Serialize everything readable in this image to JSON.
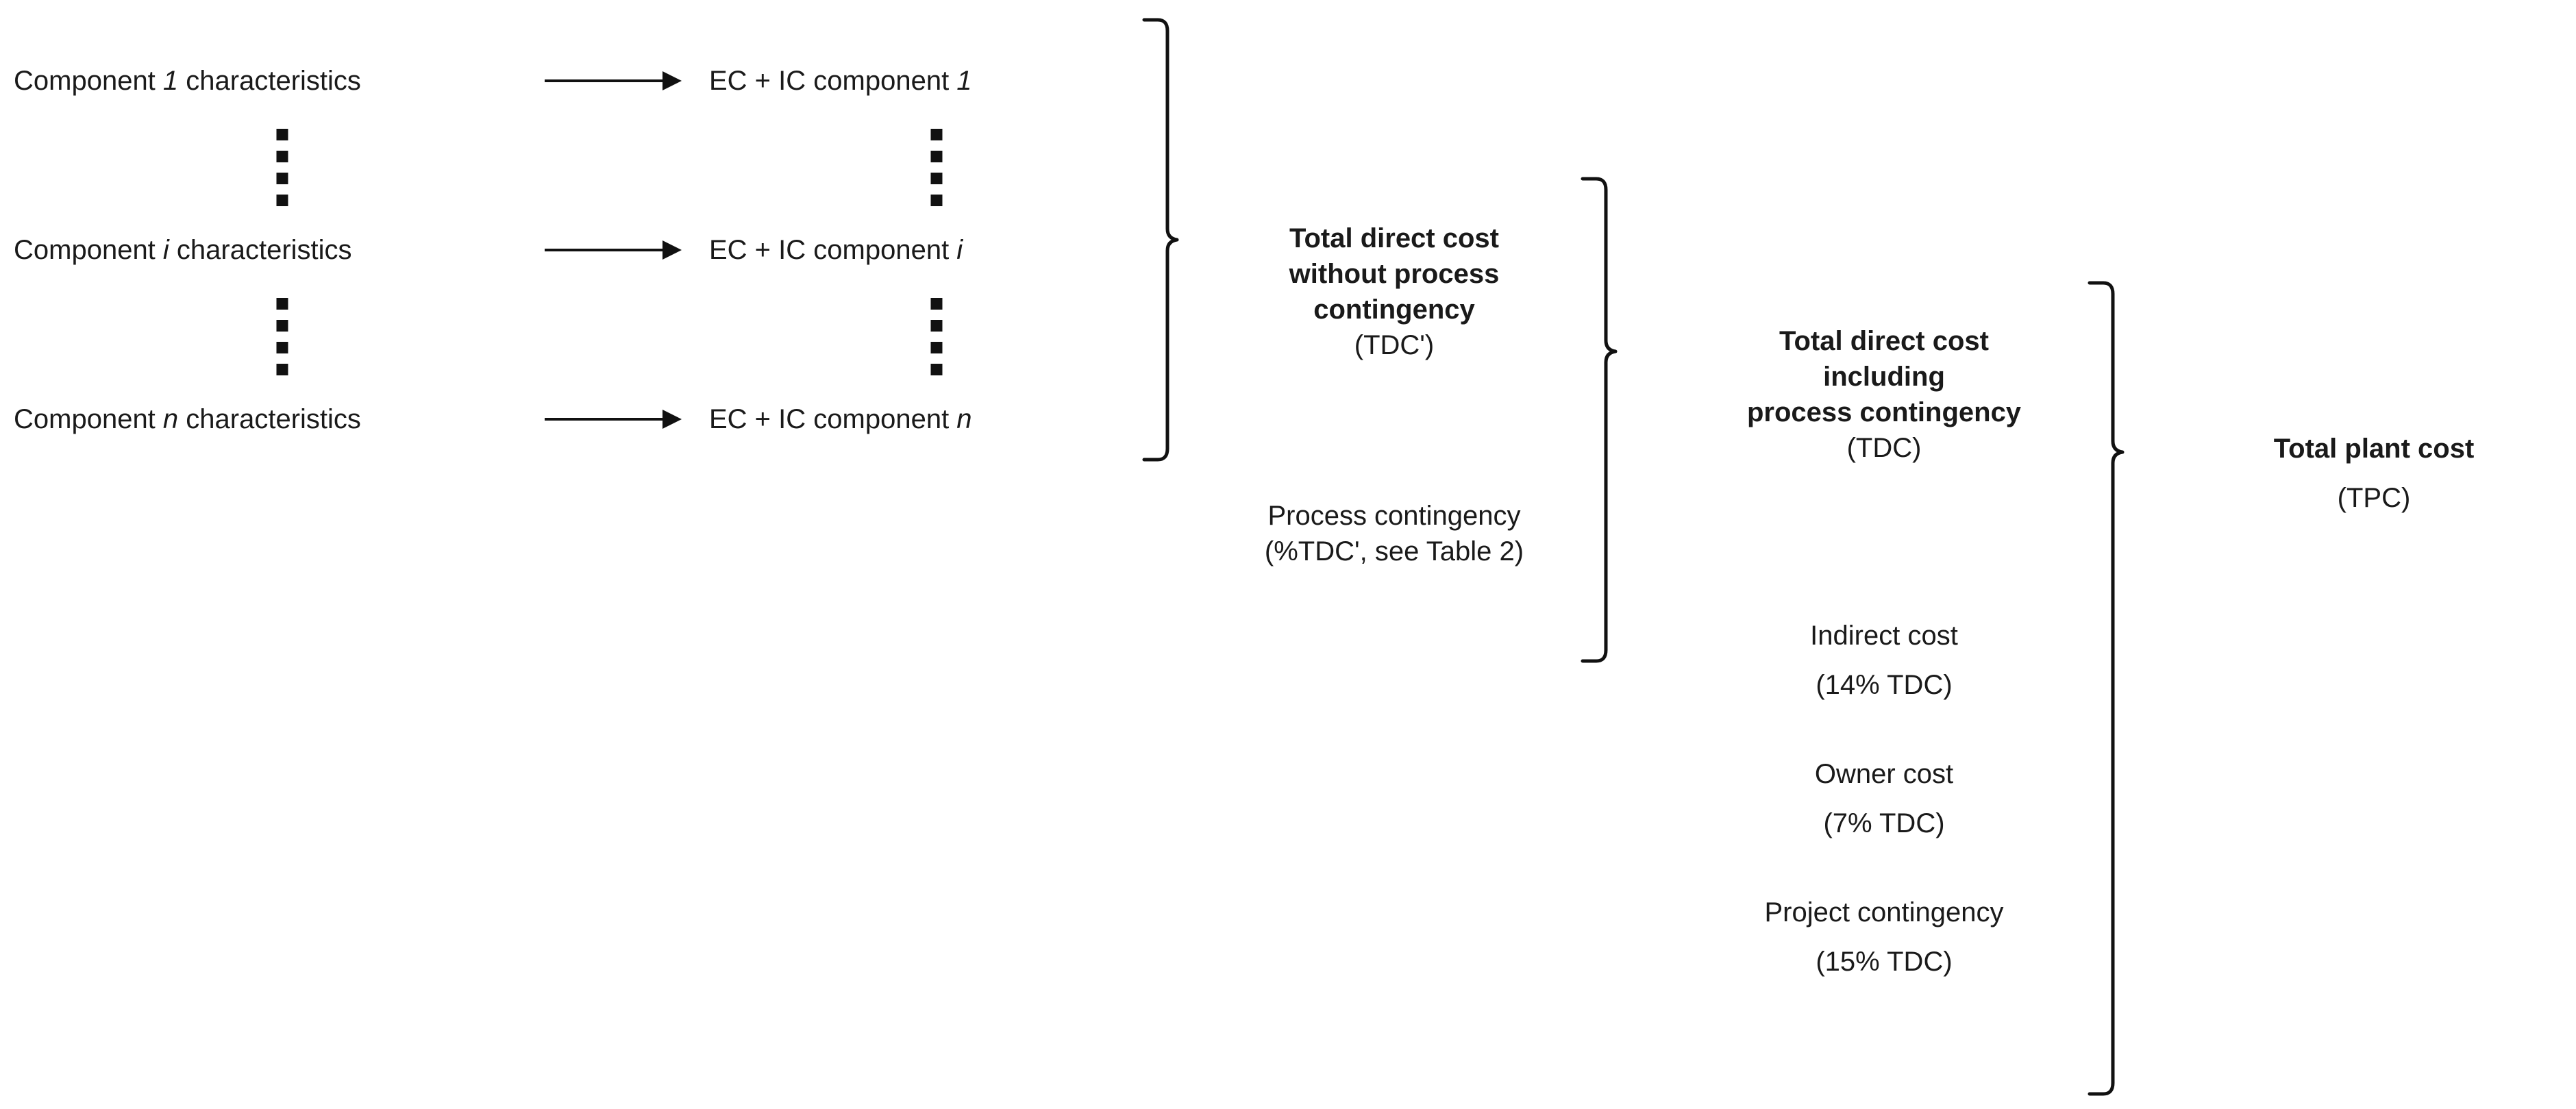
{
  "diagram": {
    "title": "Total plant cost build-up diagram",
    "stroke_color": "#111111",
    "background_color": "#ffffff",
    "rows": [
      {
        "input": {
          "pre": "Component ",
          "var": "1",
          "post": " characteristics"
        },
        "output": {
          "pre": "EC + IC component ",
          "var": "1",
          "post": ""
        }
      },
      {
        "input": {
          "pre": "Component ",
          "var": "i",
          "post": " characteristics"
        },
        "output": {
          "pre": "EC + IC component ",
          "var": "i",
          "post": ""
        }
      },
      {
        "input": {
          "pre": "Component ",
          "var": "n",
          "post": " characteristics"
        },
        "output": {
          "pre": "EC + IC component ",
          "var": "n",
          "post": ""
        }
      }
    ],
    "ellipsis": {
      "dot_count": 4,
      "shape": "square"
    },
    "group_tdc_prime": {
      "heading_lines": [
        "Total direct cost",
        "without process",
        "contingency"
      ],
      "abbrev": "(TDC')",
      "items": [
        {
          "label": "Process contingency",
          "detail": "(%TDC', see Table 2)"
        }
      ]
    },
    "group_tdc": {
      "heading_lines": [
        "Total direct cost",
        "including",
        "process contingency"
      ],
      "abbrev": "(TDC)",
      "items": [
        {
          "label": "Indirect cost",
          "detail": "(14% TDC)"
        },
        {
          "label": "Owner cost",
          "detail": "(7% TDC)"
        },
        {
          "label": "Project contingency",
          "detail": "(15% TDC)"
        }
      ]
    },
    "group_tpc": {
      "heading_lines": [
        "Total plant cost"
      ],
      "abbrev": "(TPC)"
    }
  }
}
